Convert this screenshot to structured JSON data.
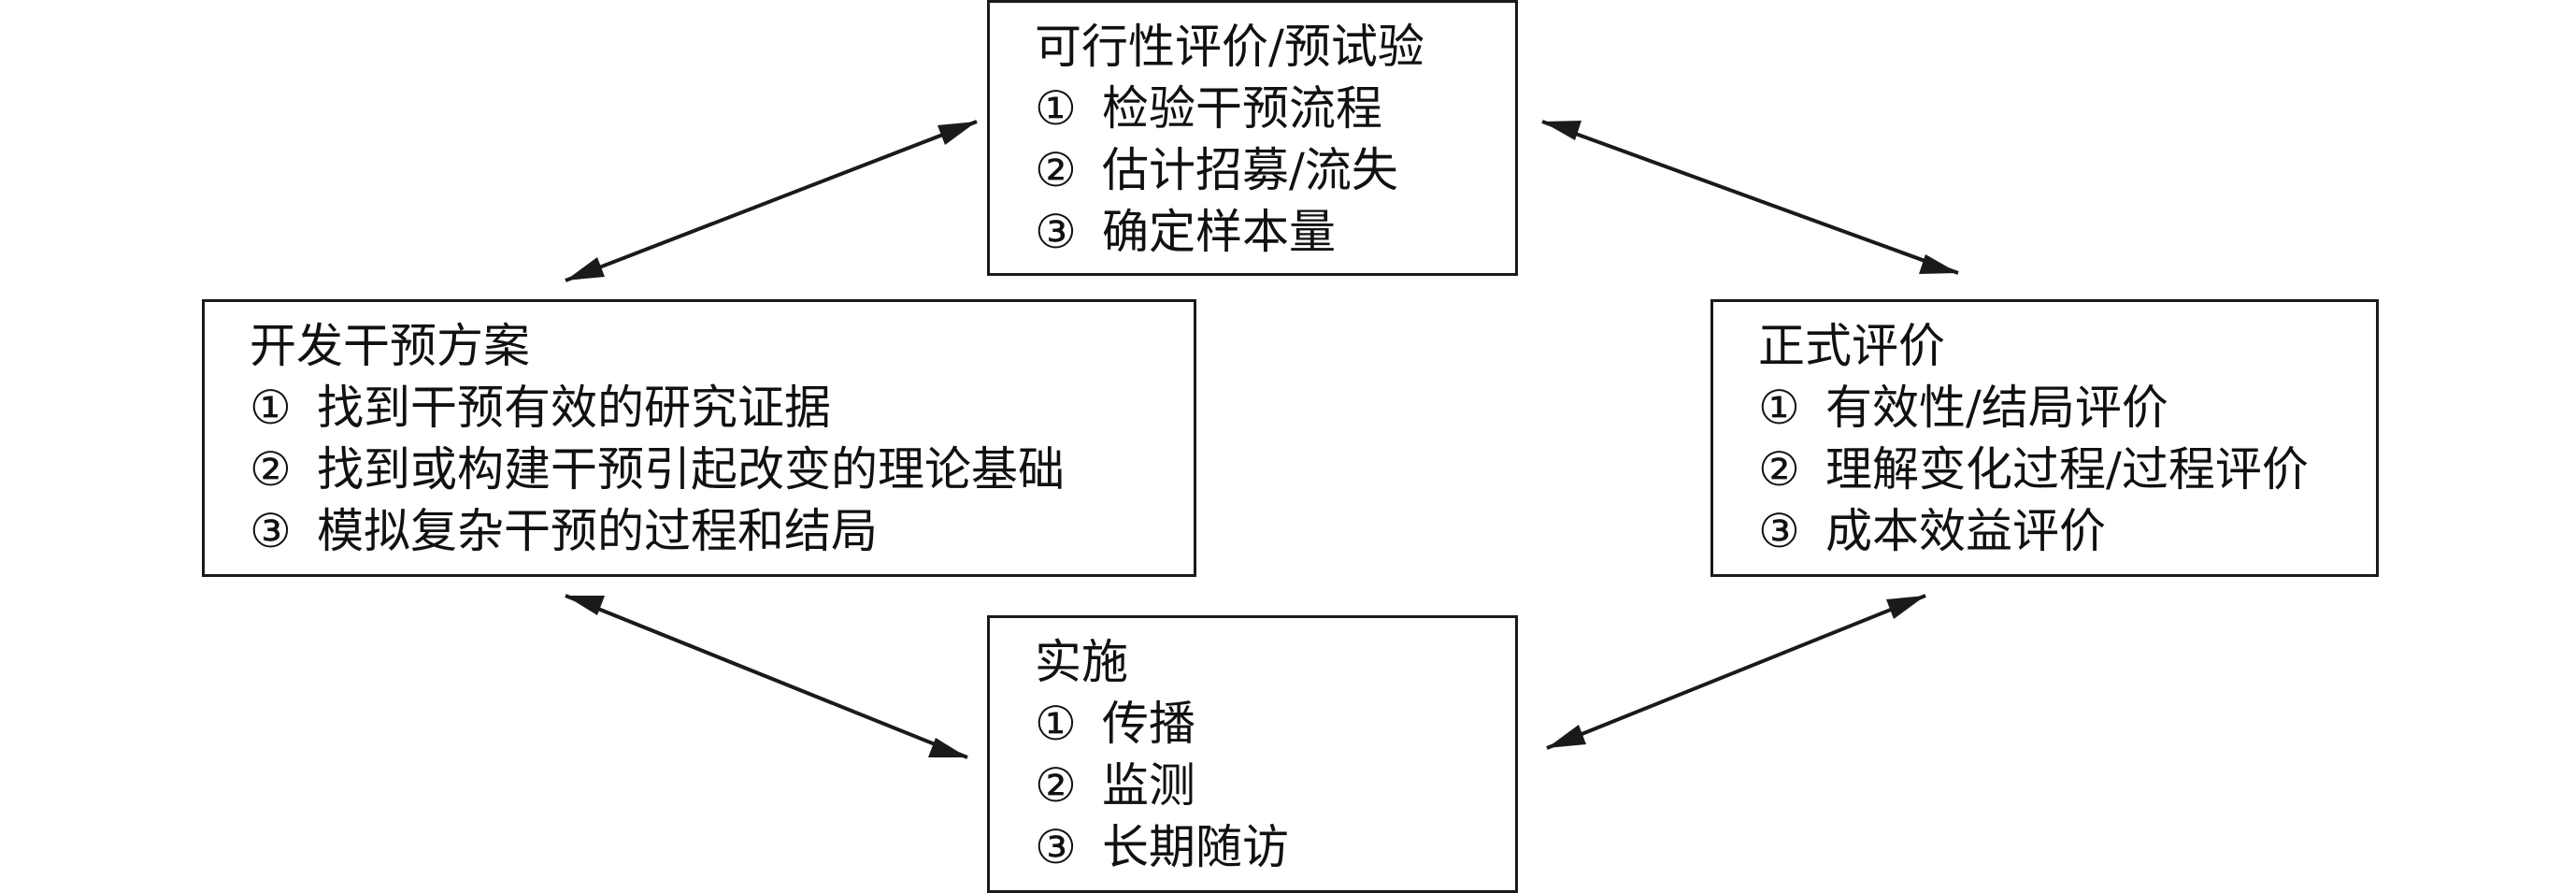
{
  "boxes": {
    "pilot": {
      "title": "可行性评价/预试验",
      "items": [
        {
          "num": "①",
          "text": "检验干预流程"
        },
        {
          "num": "②",
          "text": "估计招募/流失"
        },
        {
          "num": "③",
          "text": "确定样本量"
        }
      ]
    },
    "develop": {
      "title": "开发干预方案",
      "items": [
        {
          "num": "①",
          "text": "找到干预有效的研究证据"
        },
        {
          "num": "②",
          "text": "找到或构建干预引起改变的理论基础"
        },
        {
          "num": "③",
          "text": "模拟复杂干预的过程和结局"
        }
      ]
    },
    "evaluate": {
      "title": "正式评价",
      "items": [
        {
          "num": "①",
          "text": "有效性/结局评价"
        },
        {
          "num": "②",
          "text": "理解变化过程/过程评价"
        },
        {
          "num": "③",
          "text": "成本效益评价"
        }
      ]
    },
    "implement": {
      "title": "实施",
      "items": [
        {
          "num": "①",
          "text": "传播"
        },
        {
          "num": "②",
          "text": "监测"
        },
        {
          "num": "③",
          "text": "长期随访"
        }
      ]
    }
  },
  "colors": {
    "stroke": "#1a1a1a",
    "background": "#ffffff"
  }
}
